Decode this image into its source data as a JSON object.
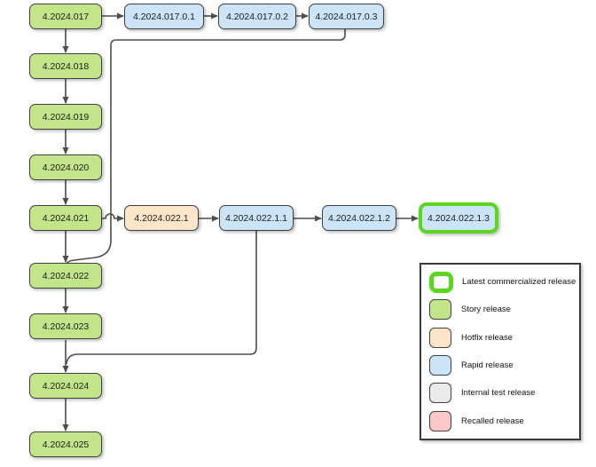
{
  "diagram": {
    "story_releases": [
      "4.2024.017",
      "4.2024.018",
      "4.2024.019",
      "4.2024.020",
      "4.2024.021",
      "4.2024.022",
      "4.2024.023",
      "4.2024.024",
      "4.2024.025"
    ],
    "rapid_017": [
      "4.2024.017.0.1",
      "4.2024.017.0.2",
      "4.2024.017.0.3"
    ],
    "branch_022": [
      "4.2024.022.1",
      "4.2024.022.1.1",
      "4.2024.022.1.2",
      "4.2024.022.1.3"
    ]
  },
  "legend": {
    "items": [
      {
        "label": "Latest commercialized release",
        "type": "latest"
      },
      {
        "label": "Story release",
        "type": "story"
      },
      {
        "label": "Hotfix release",
        "type": "hotfix"
      },
      {
        "label": "Rapid release",
        "type": "rapid"
      },
      {
        "label": "Internal test release",
        "type": "internal"
      },
      {
        "label": "Recalled release",
        "type": "recalled"
      }
    ]
  },
  "colors": {
    "story": "#c2e589",
    "hotfix": "#fce5c9",
    "rapid": "#cce4f7",
    "internal": "#ebebeb",
    "recalled": "#fac8c8",
    "latest_border": "#5ad71e",
    "node_border": "#3f3f3f",
    "connector": "#4d4d4d"
  }
}
